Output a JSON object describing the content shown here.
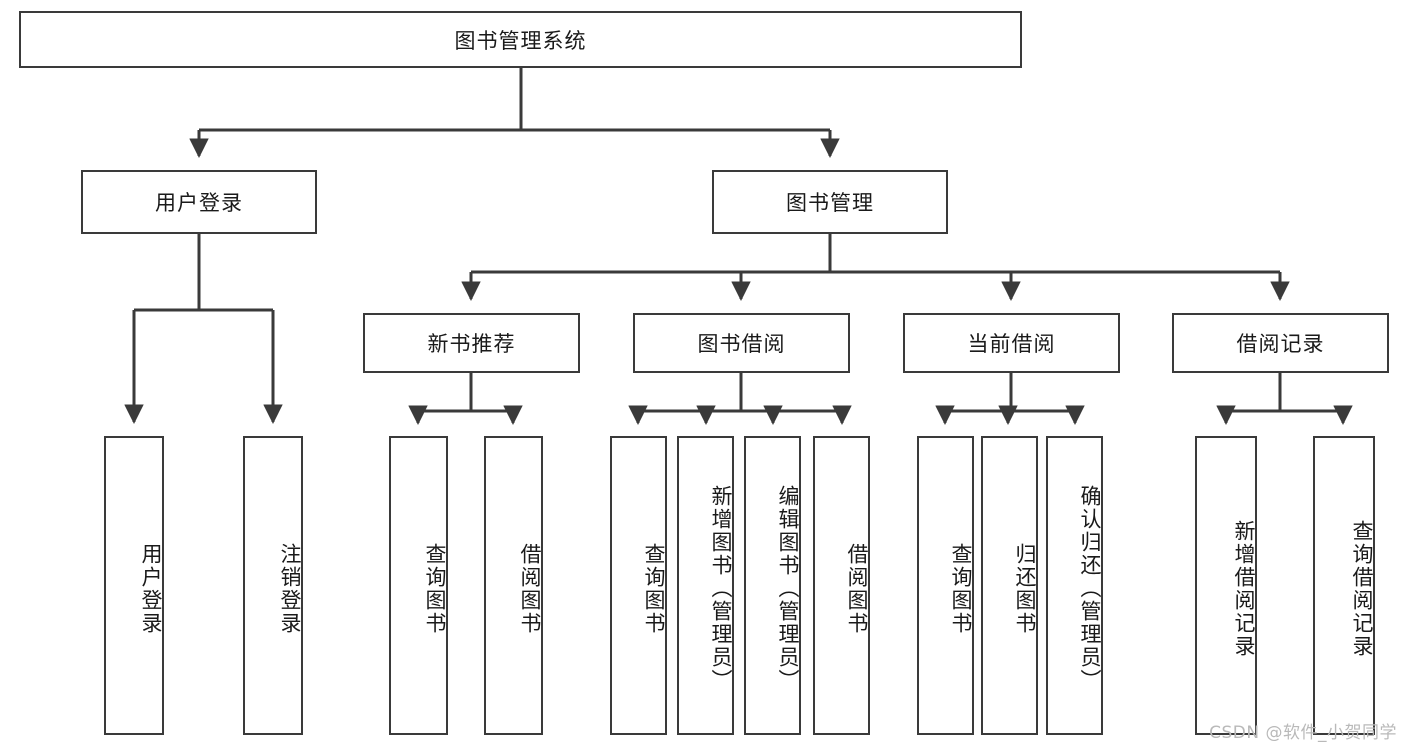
{
  "diagram": {
    "title": "图书管理系统",
    "watermark": "CSDN @软件_小贺同学",
    "colors": {
      "box_border": "#3a3a3a",
      "line": "#3a3a3a",
      "background": "#ffffff",
      "text": "#1a1a1a",
      "watermark": "#b9b9b9"
    },
    "root": {
      "label": "图书管理系统"
    },
    "level1": [
      {
        "label": "用户登录"
      },
      {
        "label": "图书管理"
      }
    ],
    "level2": [
      {
        "label": "新书推荐"
      },
      {
        "label": "图书借阅"
      },
      {
        "label": "当前借阅"
      },
      {
        "label": "借阅记录"
      }
    ],
    "leaves": {
      "user_login": [
        {
          "label": "用户登录"
        },
        {
          "label": "注销登录"
        }
      ],
      "new_book": [
        {
          "label": "查询图书"
        },
        {
          "label": "借阅图书"
        }
      ],
      "book_borrow": [
        {
          "label": "查询图书"
        },
        {
          "label": "新增图书（管理员）"
        },
        {
          "label": "编辑图书（管理员）"
        },
        {
          "label": "借阅图书"
        }
      ],
      "current_borrow": [
        {
          "label": "查询图书"
        },
        {
          "label": "归还图书"
        },
        {
          "label": "确认归还（管理员）"
        }
      ],
      "borrow_record": [
        {
          "label": "新增借阅记录"
        },
        {
          "label": "查询借阅记录"
        }
      ]
    }
  }
}
